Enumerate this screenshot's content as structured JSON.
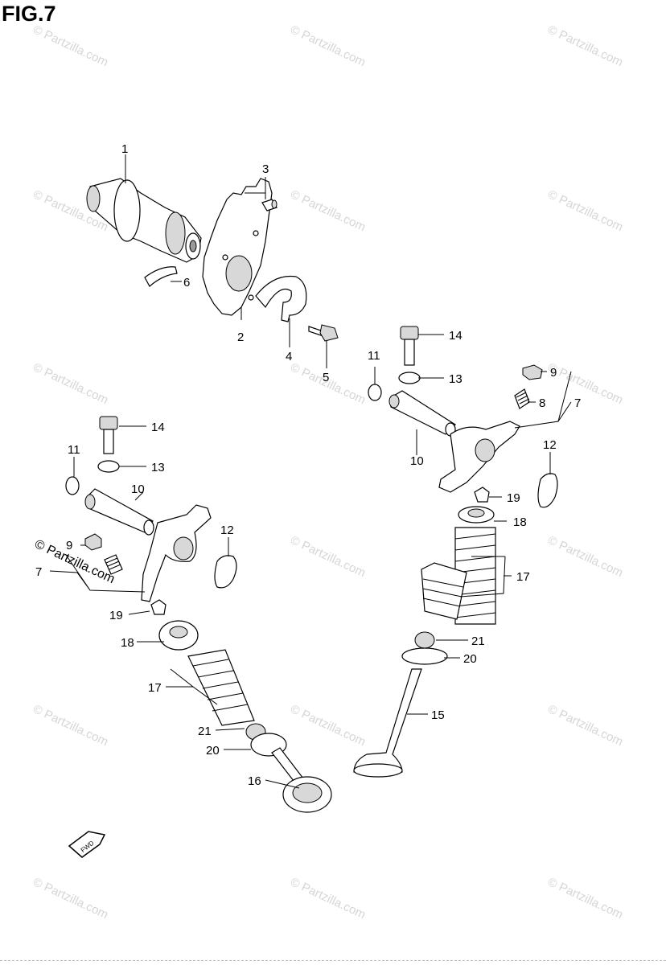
{
  "figure": {
    "title": "FIG.7"
  },
  "watermark": {
    "text": "© Partzilla.com"
  },
  "callouts": {
    "c1": "1",
    "c2": "2",
    "c3": "3",
    "c4": "4",
    "c5": "5",
    "c6": "6",
    "c7a": "7",
    "c7b": "7",
    "c8": "8",
    "c9a": "9",
    "c9b": "9",
    "c10a": "10",
    "c10b": "10",
    "c11a": "11",
    "c11b": "11",
    "c12a": "12",
    "c12b": "12",
    "c13a": "13",
    "c13b": "13",
    "c14a": "14",
    "c14b": "14",
    "c15": "15",
    "c16": "16",
    "c17a": "17",
    "c17b": "17",
    "c18a": "18",
    "c18b": "18",
    "c19a": "19",
    "c19b": "19",
    "c20a": "20",
    "c20b": "20",
    "c21a": "21",
    "c21b": "21"
  },
  "fwd_arrow": {
    "label": "FWD"
  },
  "colors": {
    "line": "#000000",
    "watermark": "#d6d6d6",
    "background": "#ffffff"
  }
}
